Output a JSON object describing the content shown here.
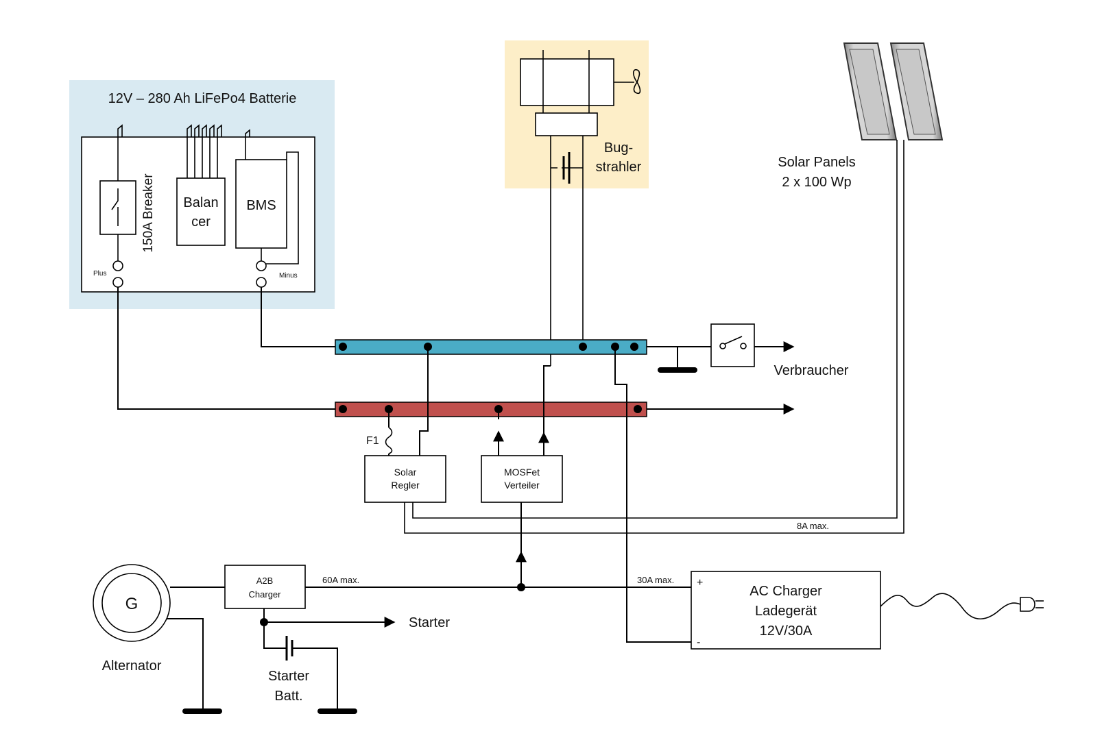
{
  "battery_pack": {
    "title": "12V – 280 Ah LiFePo4 Batterie",
    "breaker_label": "150A Breaker",
    "balancer_label_line1": "Balan",
    "balancer_label_line2": "cer",
    "bms_label": "BMS",
    "plus_label": "Plus",
    "minus_label": "Minus"
  },
  "bow_thruster": {
    "label_line1": "Bug-",
    "label_line2": "strahler"
  },
  "solar": {
    "label_line1": "Solar Panels",
    "label_line2": "2 x 100 Wp"
  },
  "loads": {
    "label": "Verbraucher"
  },
  "fuse": {
    "label": "F1"
  },
  "solar_regler": {
    "label_line1": "Solar",
    "label_line2": "Regler"
  },
  "mosfet": {
    "label_line1": "MOSFet",
    "label_line2": "Verteiler"
  },
  "a2b": {
    "label_line1": "A2B",
    "label_line2": "Charger"
  },
  "alternator": {
    "symbol": "G",
    "label": "Alternator"
  },
  "starter": {
    "label": "Starter"
  },
  "starter_batt": {
    "label_line1": "Starter",
    "label_line2": "Batt."
  },
  "ac_charger": {
    "label_line1": "AC Charger",
    "label_line2": "Ladegerät",
    "label_line3": "12V/30A",
    "plus": "+",
    "minus": "-"
  },
  "current_labels": {
    "solar_max": "8A  max.",
    "a2b_max": "60A  max.",
    "ac_max": "30A  max."
  },
  "colors": {
    "battery_bg": "#d9eaf2",
    "thruster_bg": "#fdeec8",
    "negative_bus": "#4aacc6",
    "positive_bus": "#c0504d",
    "panel_fill": "#bfbfbf"
  }
}
